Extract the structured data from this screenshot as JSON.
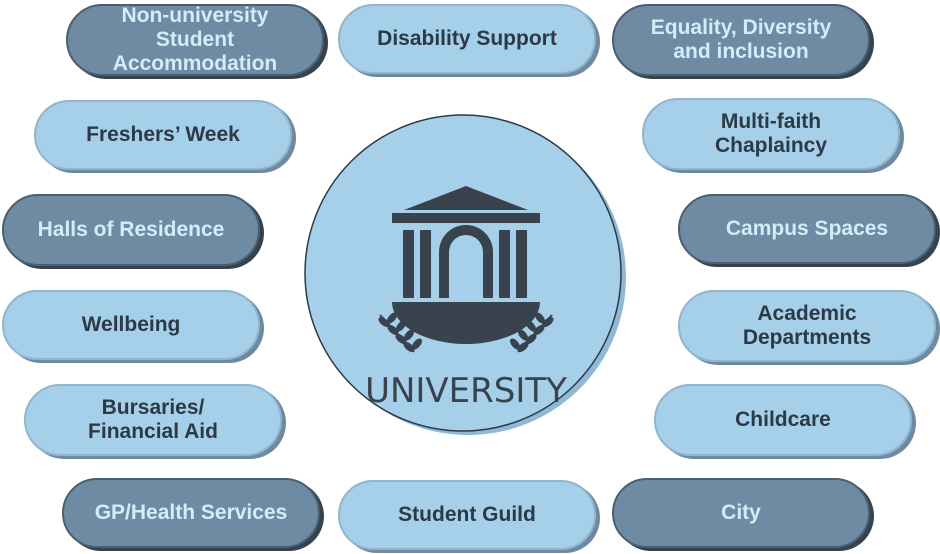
{
  "hub": {
    "label": "UNIVERSITY",
    "icon": "university-building-icon"
  },
  "colors": {
    "light": "#a6cfe9",
    "dark": "#6e8ba3",
    "dark_text": "#2c3a46",
    "light_text": "#d4ebf8"
  },
  "nodes": [
    {
      "lines": [
        "Non-university",
        "Student",
        "Accommodation"
      ],
      "style": "dark"
    },
    {
      "lines": [
        "Disability Support"
      ],
      "style": "light"
    },
    {
      "lines": [
        "Equality, Diversity",
        "and inclusion"
      ],
      "style": "dark"
    },
    {
      "lines": [
        "Freshers’ Week"
      ],
      "style": "light"
    },
    {
      "lines": [
        "Multi-faith",
        "Chaplaincy"
      ],
      "style": "light"
    },
    {
      "lines": [
        "Halls of Residence"
      ],
      "style": "dark"
    },
    {
      "lines": [
        "Campus Spaces"
      ],
      "style": "dark"
    },
    {
      "lines": [
        "Wellbeing"
      ],
      "style": "light"
    },
    {
      "lines": [
        "Academic",
        "Departments"
      ],
      "style": "light"
    },
    {
      "lines": [
        "Bursaries/",
        "Financial Aid"
      ],
      "style": "light"
    },
    {
      "lines": [
        "Childcare"
      ],
      "style": "light"
    },
    {
      "lines": [
        "GP/Health Services"
      ],
      "style": "dark"
    },
    {
      "lines": [
        "Student Guild"
      ],
      "style": "light"
    },
    {
      "lines": [
        "City"
      ],
      "style": "dark"
    }
  ]
}
